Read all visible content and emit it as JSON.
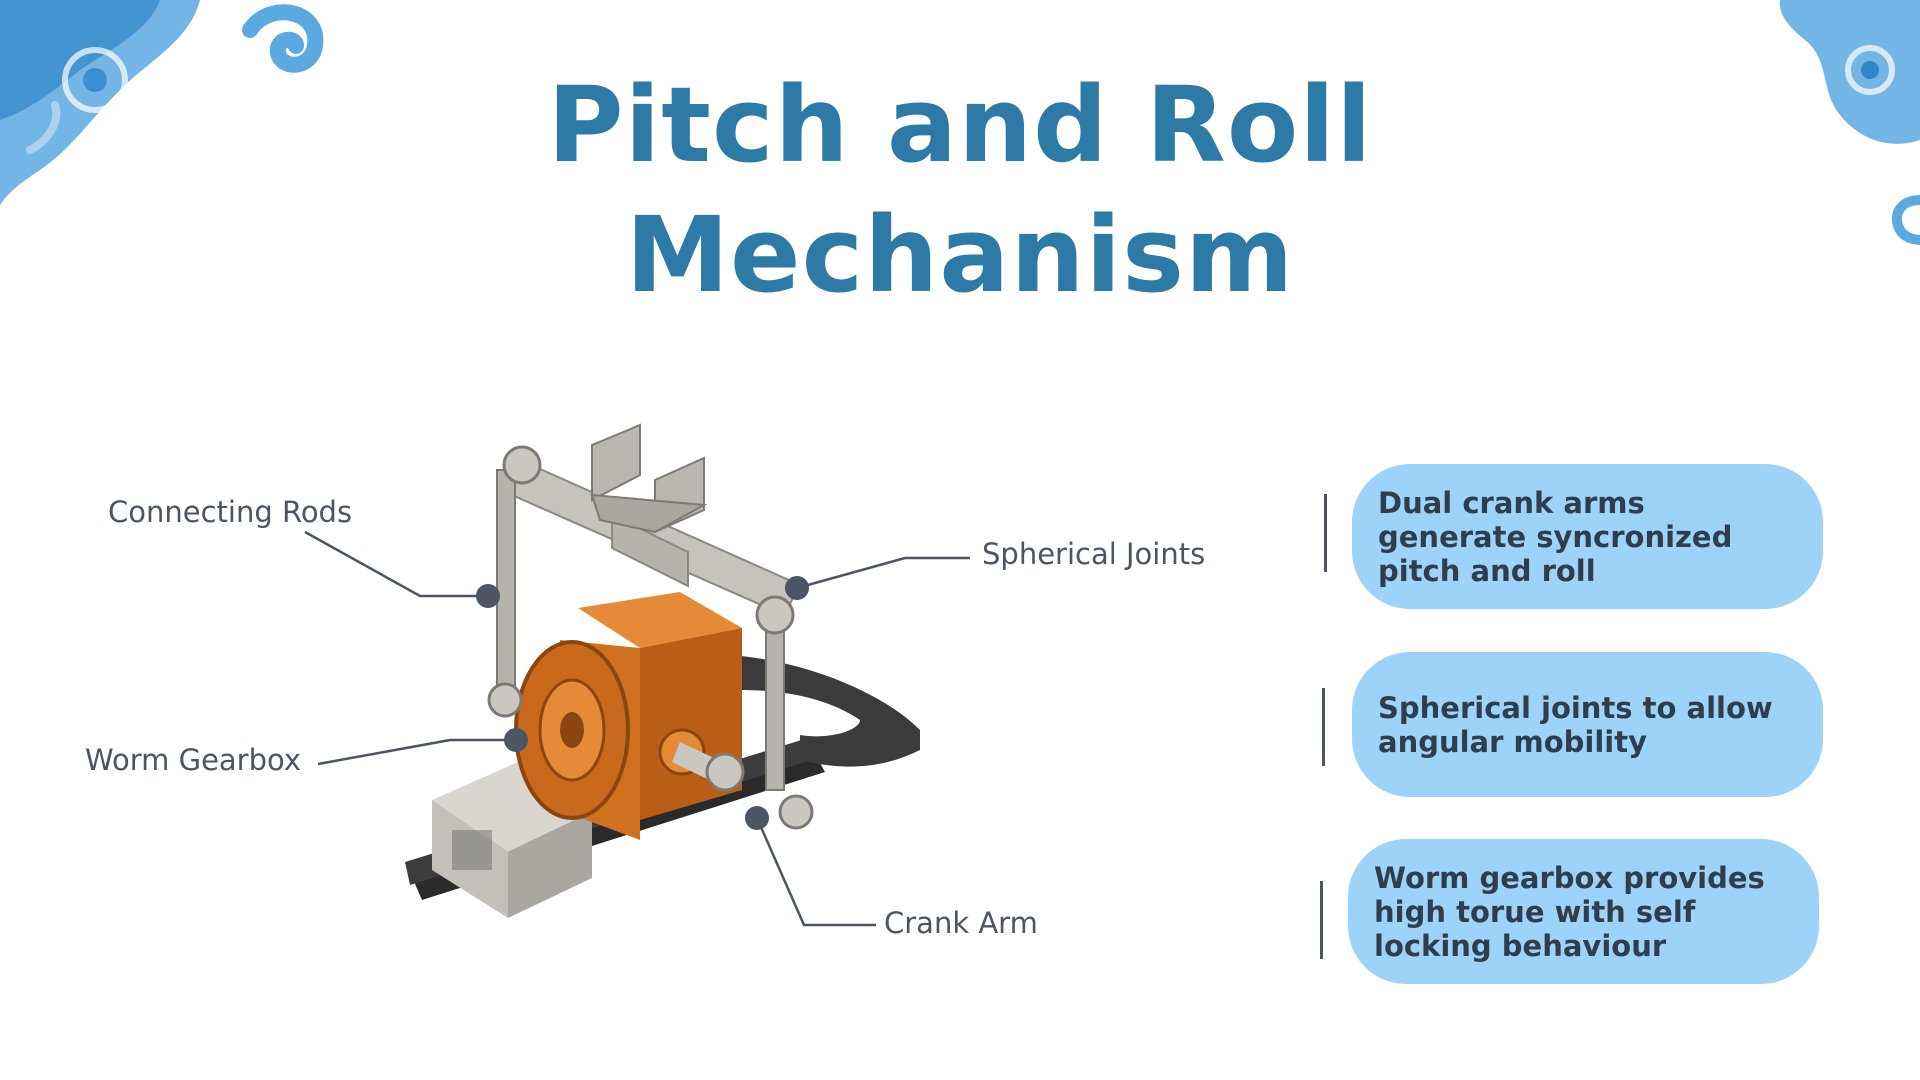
{
  "title": {
    "line1": "Pitch and  Roll",
    "line2": "Mechanism"
  },
  "callouts": {
    "connecting_rods": "Connecting Rods",
    "spherical_joints": "Spherical Joints",
    "worm_gearbox": "Worm Gearbox",
    "crank_arm": "Crank Arm"
  },
  "cards": [
    {
      "text": "Dual crank arms generate syncronized pitch and roll"
    },
    {
      "text": "Spherical joints to allow angular mobility"
    },
    {
      "text": "Worm gearbox provides high torue with self locking behaviour"
    }
  ],
  "colors": {
    "title": "#2e7aa6",
    "card_bg": "#9dd3f8",
    "card_text": "#2f3e4c",
    "label_text": "#4b5563",
    "gearbox": "#c8691c",
    "metal": "#b8b6ae",
    "base": "#3d3d3d"
  },
  "decor": {
    "corner_left": "watercolor-wave-swirl",
    "corner_right": "watercolor-wave-swirl"
  }
}
